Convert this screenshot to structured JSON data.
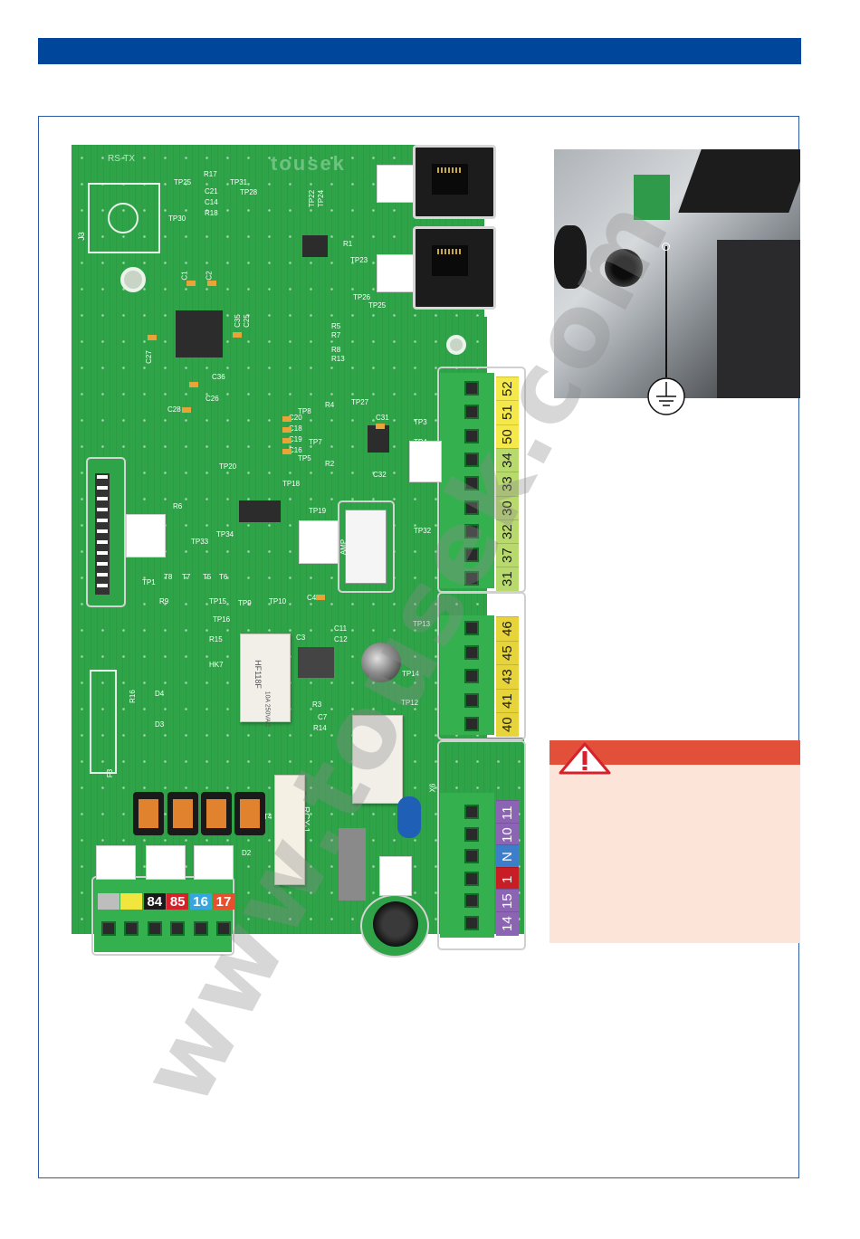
{
  "page": {
    "accent": "#00479b",
    "frame_color": "#2b5aa6"
  },
  "terminals_right_top": [
    {
      "label": "52",
      "color": "#f4e84a"
    },
    {
      "label": "51",
      "color": "#f4e84a"
    },
    {
      "label": "50",
      "color": "#f4e84a"
    },
    {
      "label": "34",
      "color": "#b8d96b"
    },
    {
      "label": "33",
      "color": "#b8d96b"
    },
    {
      "label": "30",
      "color": "#b8d96b"
    },
    {
      "label": "32",
      "color": "#b8d96b"
    },
    {
      "label": "37",
      "color": "#b8d96b"
    },
    {
      "label": "31",
      "color": "#b8d96b"
    }
  ],
  "terminals_right_mid": [
    {
      "label": "46",
      "color": "#e6d43a"
    },
    {
      "label": "45",
      "color": "#e6d43a"
    },
    {
      "label": "43",
      "color": "#e6d43a"
    },
    {
      "label": "41",
      "color": "#e6d43a"
    },
    {
      "label": "40",
      "color": "#e6d43a"
    }
  ],
  "terminals_right_bottom": [
    {
      "label": "11",
      "color": "#8b64b4"
    },
    {
      "label": "10",
      "color": "#8b64b4"
    },
    {
      "label": "N",
      "color": "#3c7ec9"
    },
    {
      "label": "1",
      "color": "#c81d25"
    },
    {
      "label": "15",
      "color": "#8b64b4"
    },
    {
      "label": "14",
      "color": "#8b64b4"
    }
  ],
  "terminals_bottom": [
    {
      "label": "",
      "color": "#bdbdbd"
    },
    {
      "label": "",
      "color": "#f1e53e"
    },
    {
      "label": "84",
      "color": "#1a1a1a"
    },
    {
      "label": "85",
      "color": "#d6202a"
    },
    {
      "label": "16",
      "color": "#35a7e0"
    },
    {
      "label": "17",
      "color": "#e5512f"
    }
  ],
  "pcb_text": {
    "brand": "tousek",
    "rs_tx": "RS-TX",
    "j3": "J3",
    "tp25": "TP25",
    "tp30": "TP30",
    "tp31": "TP31",
    "tp28": "TP28",
    "r17": "R17",
    "c21": "C21",
    "c14": "C14",
    "r18": "R18",
    "tp22": "TP22",
    "tp24": "TP24",
    "r1": "R1",
    "tp23": "TP23",
    "tp26": "TP26",
    "tp25b": "TP25",
    "tp27": "TP27",
    "r5": "R5",
    "r7": "R7",
    "r8": "R8",
    "r13": "R13",
    "tp8": "TP8",
    "r4": "R4",
    "c20": "C20",
    "c18": "C18",
    "c19": "C19",
    "c16": "C16",
    "tp7": "TP7",
    "tp5": "TP5",
    "r2": "R2",
    "c31": "C31",
    "c32": "C32",
    "tp3": "TP3",
    "tp4": "TP4",
    "tp32": "TP32",
    "tp13": "TP13",
    "tp14": "TP14",
    "tp12": "TP12",
    "tp20": "TP20",
    "tp18": "TP18",
    "tp19": "TP19",
    "r6": "R6",
    "tp34": "TP34",
    "tp33": "TP33",
    "tp1": "TP1",
    "t8": "T8",
    "t7": "T7",
    "t5": "T5",
    "t6": "T6",
    "r9": "R9",
    "tp15": "TP15",
    "tp16": "TP16",
    "tp9": "TP9",
    "tp10": "TP10",
    "c4": "C4",
    "c3": "C3",
    "c11": "C11",
    "c12": "C12",
    "r15": "R15",
    "hk7": "HK7",
    "r16": "R16",
    "d4": "D4",
    "d3": "D3",
    "f3": "F3",
    "t4": "T4",
    "d2": "D2",
    "r3": "R3",
    "c7": "C7",
    "r14": "R14",
    "c36": "C36",
    "c26": "C26",
    "c28": "C28",
    "c27": "C27",
    "c35": "C35",
    "c25": "C25",
    "c1": "C1",
    "c2": "C2",
    "x6": "X6",
    "amp": "AMP",
    "rcy": "RCY-1",
    "relay_model": "HF118F",
    "relay_rating": "10A 250VAC"
  },
  "watermark": "www.tousek.com"
}
